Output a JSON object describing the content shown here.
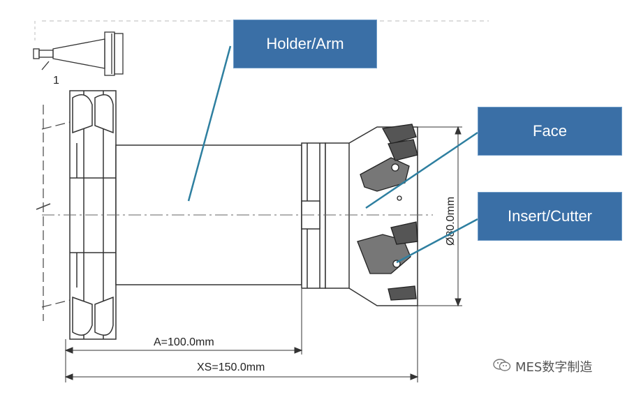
{
  "labels": {
    "holder": "Holder/Arm",
    "face": "Face",
    "insert": "Insert/Cutter"
  },
  "dimensions": {
    "a": "A=100.0mm",
    "xs": "XS=150.0mm",
    "diameter": "Ø80.0mm"
  },
  "detail_marker": "1",
  "watermark": "MES数字制造",
  "colors": {
    "label_fill": "#3a6fa6",
    "leader_line": "#2e7fa0",
    "outline": "#333333"
  }
}
